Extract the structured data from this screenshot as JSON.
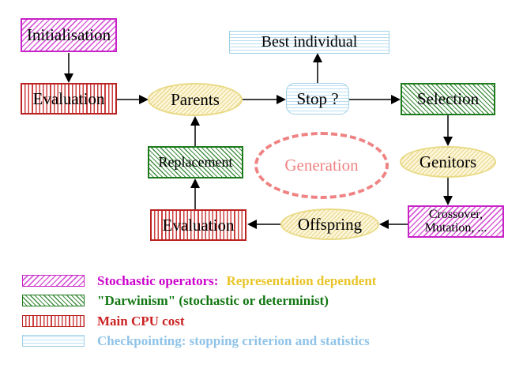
{
  "diagram": {
    "nodes": {
      "initialisation": {
        "label": "Initialisation"
      },
      "evaluation_top": {
        "label": "Evaluation"
      },
      "parents": {
        "label": "Parents"
      },
      "best_individual": {
        "label": "Best individual"
      },
      "stop": {
        "label": "Stop ?"
      },
      "selection": {
        "label": "Selection"
      },
      "genitors": {
        "label": "Genitors"
      },
      "crossover_mutation": {
        "line1": "Crossover,",
        "line2": "Mutation, ..."
      },
      "offspring": {
        "label": "Offspring"
      },
      "evaluation_bottom": {
        "label": "Evaluation"
      },
      "replacement": {
        "label": "Replacement"
      },
      "generation": {
        "label": "Generation"
      }
    },
    "legend": [
      {
        "name": "stochastic-operators",
        "text": "Stochastic operators:",
        "text2": "Representation dependent"
      },
      {
        "name": "darwinism",
        "text": "\"Darwinism\" (stochastic or determinist)"
      },
      {
        "name": "main-cpu-cost",
        "text": "Main CPU cost"
      },
      {
        "name": "checkpointing",
        "text": "Checkpointing: stopping criterion and statistics"
      }
    ],
    "colors": {
      "magenta": "#cc00cc",
      "red": "#cc2222",
      "green": "#117611",
      "light_blue": "#8fc3e8",
      "gold": "#e9c428",
      "yellow_node_border": "#e9da85",
      "generation_coral": "#ef8282",
      "arrow_black": "#000000"
    }
  }
}
